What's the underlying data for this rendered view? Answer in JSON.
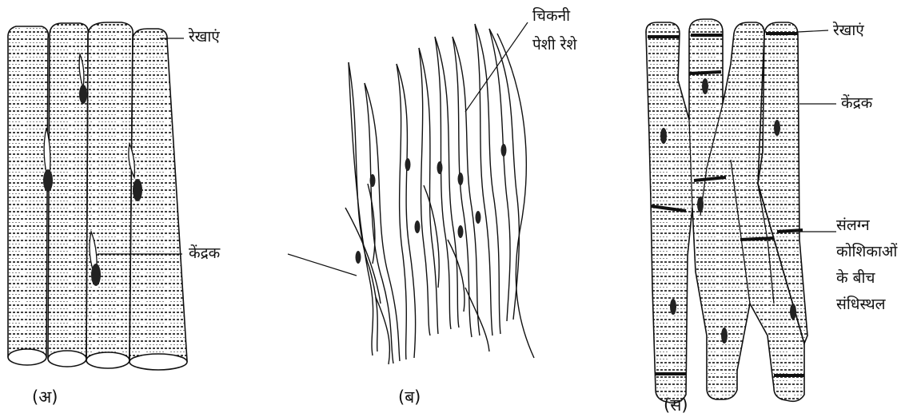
{
  "figure_a": {
    "label_striations": "रेखाएं",
    "label_nucleus": "केंद्रक",
    "caption": "(अ)"
  },
  "figure_b": {
    "label_line1": "चिकनी",
    "label_line2": "पेशी रेशे",
    "caption": "(ब)"
  },
  "figure_c": {
    "label_striations": "रेखाएं",
    "label_nucleus": "केंद्रक",
    "label_junction_1": "संलग्न",
    "label_junction_2": "कोशिकाओं",
    "label_junction_3": "के बीच",
    "label_junction_4": "संधिस्थल",
    "caption": "(स)"
  },
  "colors": {
    "ink": "#111111",
    "paper": "#ffffff"
  }
}
